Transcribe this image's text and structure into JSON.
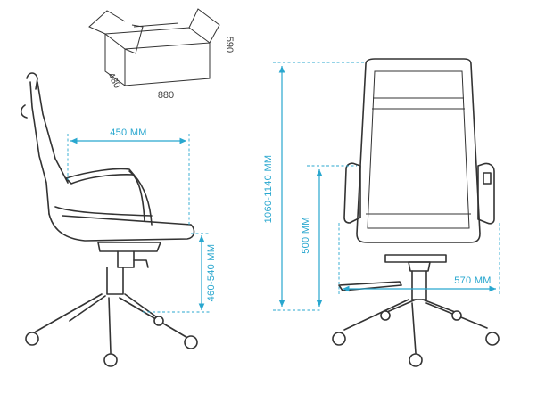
{
  "box": {
    "width_label": "880",
    "depth_label": "480",
    "height_label": "590"
  },
  "side_view": {
    "seat_depth_label": "450 MM",
    "seat_height_label": "460-540 MM"
  },
  "front_view": {
    "total_height_label": "1060-1140 MM",
    "back_height_label": "500 MM",
    "width_label": "570 MM"
  },
  "colors": {
    "dimension": "#29a7cf",
    "outline": "#333333"
  }
}
